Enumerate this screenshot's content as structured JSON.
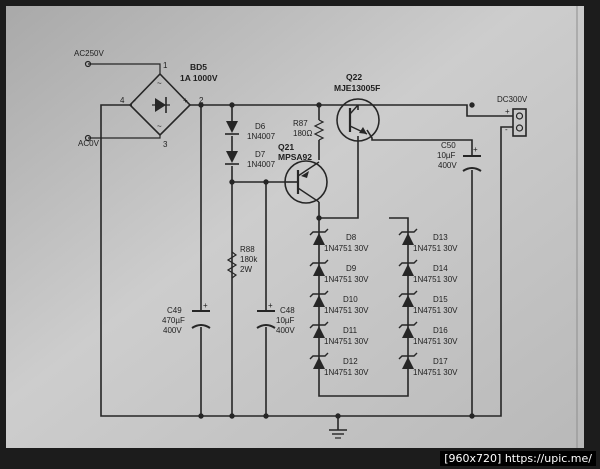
{
  "labels": {
    "ac250v": "AC250V",
    "ac0v": "AC0V",
    "bd5_name": "BD5",
    "bd5_value": "1A 1000V",
    "pin1": "1",
    "pin2": "2",
    "pin3": "3",
    "pin4": "4",
    "ac_mark_top": "~",
    "ac_mark_bottom": "~",
    "plus_mark": "+",
    "minus_mark": "-",
    "d6_name": "D6",
    "d6_part": "1N4007",
    "d7_name": "D7",
    "d7_part": "1N4007",
    "r87_name": "R87",
    "r87_value": "180Ω",
    "q21_name": "Q21",
    "q21_part": "MPSA92",
    "q22_name": "Q22",
    "q22_part": "MJE13005F",
    "r88_name": "R88",
    "r88_value": "180k",
    "r88_power": "2W",
    "c49_name": "C49",
    "c49_value": "470µF",
    "c49_voltage": "400V",
    "c48_name": "C48",
    "c48_value": "10µF",
    "c48_voltage": "400V",
    "c50_name": "C50",
    "c50_value": "10µF",
    "c50_voltage": "400V",
    "dc300v": "DC300V",
    "dc_plus": "+",
    "dc_minus": "-",
    "d8": "D8",
    "d9": "D9",
    "d10": "D10",
    "d11": "D11",
    "d12": "D12",
    "d13": "D13",
    "d14": "D14",
    "d15": "D15",
    "d16": "D16",
    "d17": "D17",
    "zener_part": "1N4751 30V",
    "cap_plus": "+"
  },
  "caption": "[960x720] https://upic.me/",
  "colors": {
    "paper": "#c9c9c9",
    "ink": "#262626",
    "caption_bg": "#000000"
  }
}
